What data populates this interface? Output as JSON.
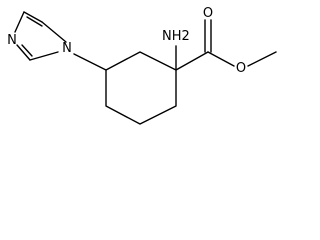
{
  "structure": {
    "atoms": [
      {
        "id": "n_amino",
        "label": "NH2"
      },
      {
        "id": "n_imine",
        "label": "N"
      },
      {
        "id": "n_imidazole",
        "label": "N"
      },
      {
        "id": "o_carbonyl",
        "label": "O"
      },
      {
        "id": "o_ester",
        "label": "O"
      }
    ]
  }
}
